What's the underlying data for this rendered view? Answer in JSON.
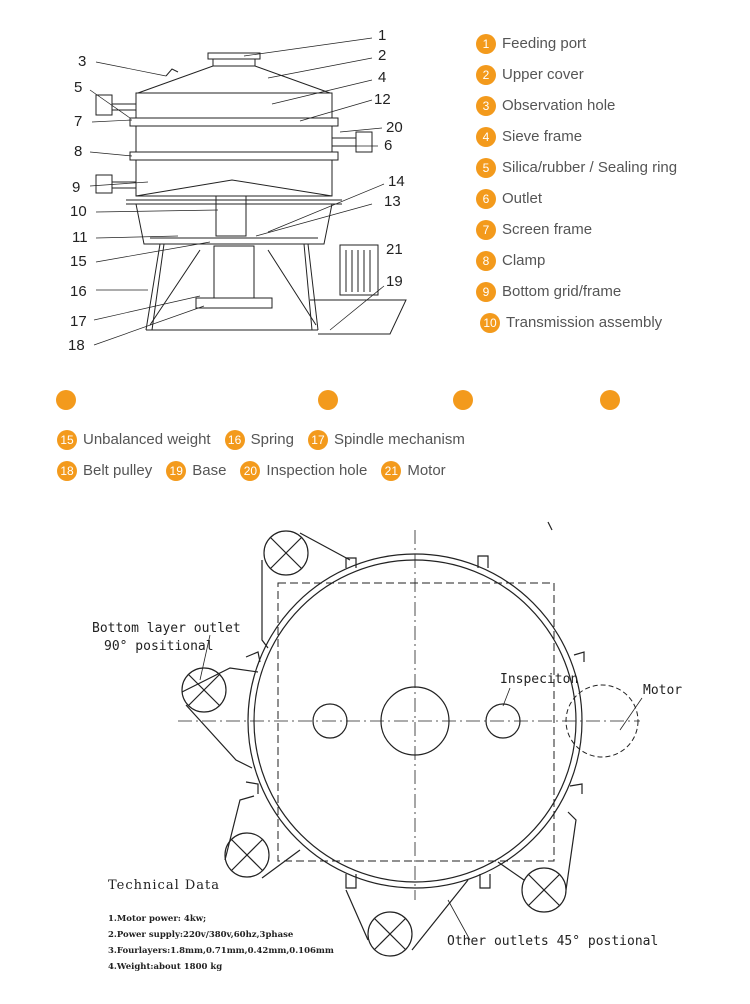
{
  "legend_top": [
    {
      "num": "1",
      "label": "Feeding port"
    },
    {
      "num": "2",
      "label": "Upper cover"
    },
    {
      "num": "3",
      "label": "Observation hole"
    },
    {
      "num": "4",
      "label": "Sieve frame"
    },
    {
      "num": "5",
      "label": "Silica/rubber / Sealing ring"
    },
    {
      "num": "6",
      "label": "Outlet"
    },
    {
      "num": "7",
      "label": "Screen frame"
    },
    {
      "num": "8",
      "label": "Clamp"
    },
    {
      "num": "9",
      "label": "Bottom grid/frame"
    },
    {
      "num": "10",
      "label": "Transmission assembly"
    }
  ],
  "legend_bottom_row1": [
    {
      "num": "15",
      "label": "Unbalanced weight"
    },
    {
      "num": "16",
      "label": "Spring"
    },
    {
      "num": "17",
      "label": "Spindle mechanism"
    }
  ],
  "legend_bottom_row2": [
    {
      "num": "18",
      "label": "Belt pulley"
    },
    {
      "num": "19",
      "label": "Base"
    },
    {
      "num": "20",
      "label": "Inspection hole"
    },
    {
      "num": "21",
      "label": "Motor"
    }
  ],
  "drawing_labels": [
    "1",
    "2",
    "3",
    "4",
    "5",
    "12",
    "7",
    "20",
    "8",
    "6",
    "9",
    "14",
    "10",
    "13",
    "11",
    "21",
    "15",
    "19",
    "16",
    "17",
    "18"
  ],
  "plan": {
    "bottom_outlet_line1": "Bottom layer outlet",
    "bottom_outlet_line2": "90° positional",
    "inspection": "Inspeciton",
    "motor": "Motor",
    "other_outlets": "Other outlets 45° postional"
  },
  "technical": {
    "title": "Technical Data",
    "lines": [
      "1.Motor power: 4kw;",
      "2.Power supply:220v/380v,60hz,3phase",
      "3.Fourlayers:1.8mm,0.71mm,0.42mm,0.106mm",
      "4.Weight:about 1800 kg"
    ]
  },
  "colors": {
    "accent": "#f39a1c",
    "line": "#222222"
  }
}
